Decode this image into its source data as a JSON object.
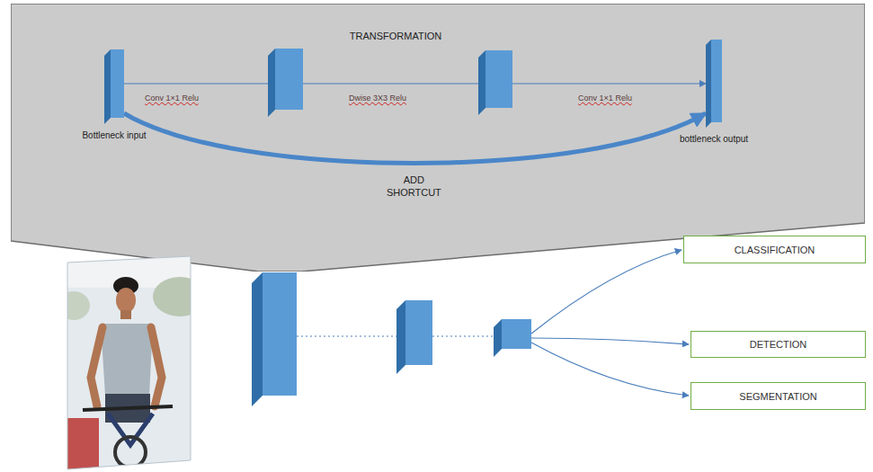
{
  "diagram": {
    "nodes": [
      {
        "text": [
          "TRANSFORMATION"
        ]
      },
      {
        "text": [
          "Bottleneck input"
        ],
        "in": 0
      },
      {
        "text": [
          "bottleneck output"
        ],
        "in": 0
      },
      {
        "text": [
          "CLASSIFICATION"
        ]
      },
      {
        "text": [
          "DETECTION"
        ]
      },
      {
        "text": [
          "SEGMENTATION"
        ]
      }
    ],
    "edges": [
      {
        "from": 1,
        "to": 2,
        "arrow": "to",
        "label": "ADD SHORTCUT"
      }
    ],
    "labels": [
      "Conv 1×1 Relu",
      "Dwise 3X3 Relu",
      "Conv 1×1 Relu"
    ]
  }
}
